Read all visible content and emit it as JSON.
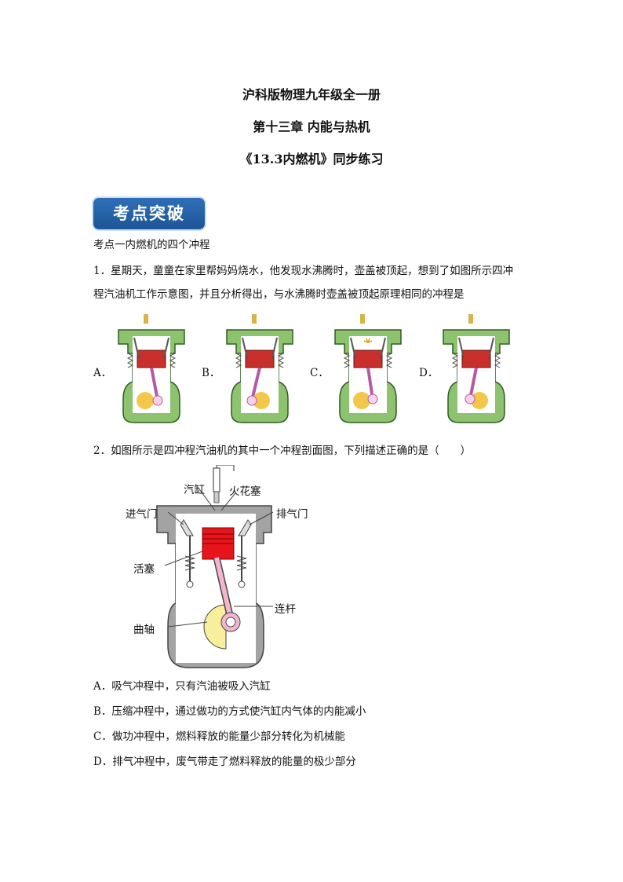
{
  "header": {
    "line1": "沪科版物理九年级全一册",
    "line2": "第十三章  内能与热机",
    "line3": "《13.3内燃机》同步练习"
  },
  "banner": {
    "label": "考点突破"
  },
  "topic": "考点一内燃机的四个冲程",
  "q1": {
    "line1": "1．星期天，童童在家里帮妈妈烧水，他发现水沸腾时，壶盖被顶起，想到了如图所示四冲",
    "line2": "程汽油机工作示意图，并且分析得出，与水沸腾时壶盖被顶起原理相同的冲程是",
    "options": [
      {
        "label": "A．"
      },
      {
        "label": "B．"
      },
      {
        "label": "C．"
      },
      {
        "label": "D．"
      }
    ]
  },
  "q2": {
    "stem": "2．如图所示是四冲程汽油机的其中一个冲程剖面图，下列描述正确的是（　　）",
    "figure_labels": {
      "cylinder": "汽缸",
      "spark_plug": "火花塞",
      "intake_valve": "进气门",
      "exhaust_valve": "排气门",
      "piston": "活塞",
      "connecting_rod": "连杆",
      "crankshaft": "曲轴"
    },
    "choices": [
      "A．吸气冲程中，只有汽油被吸入汽缸",
      "B．压缩冲程中，通过做功的方式使汽缸内气体的内能减小",
      "C．做功冲程中，燃料释放的能量少部分转化为机械能",
      "D．排气冲程中，废气带走了燃料释放的能量的极少部分"
    ]
  },
  "colors": {
    "engine_green": "#8dc26f",
    "engine_gray": "#9a9a9a",
    "piston_red": "#c9302c",
    "crank_yellow": "#f3c74a",
    "rod_pink": "#b45aa5",
    "banner_blue": "#1d5596"
  }
}
